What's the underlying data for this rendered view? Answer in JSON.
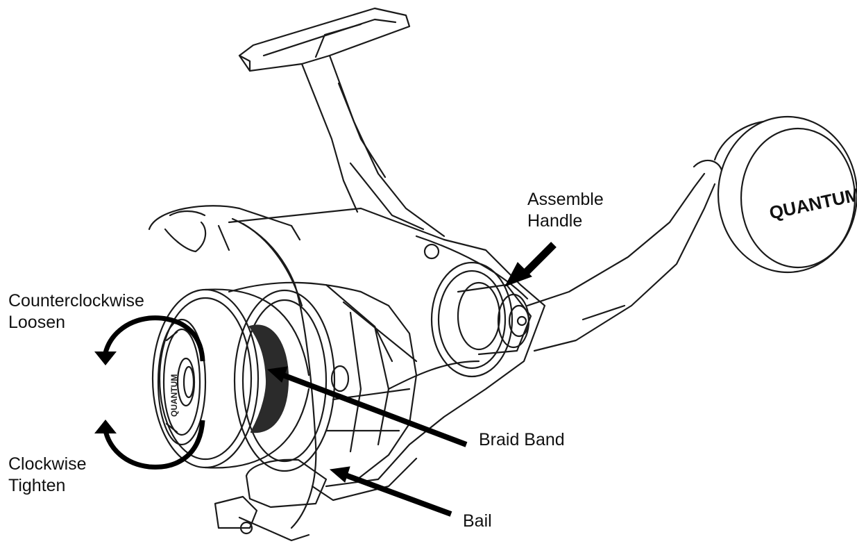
{
  "brand_logo_text": "QUANTUM",
  "labels": {
    "assemble_handle": [
      "Assemble",
      "Handle"
    ],
    "counterclockwise": [
      "Counterclockwise",
      "Loosen"
    ],
    "clockwise": [
      "Clockwise",
      "Tighten"
    ],
    "braid_band": "Braid Band",
    "bail": "Bail"
  },
  "colors": {
    "line": "#1a1a1a",
    "arrow": "#000000",
    "band": "#2b2b2b",
    "background": "#ffffff"
  }
}
